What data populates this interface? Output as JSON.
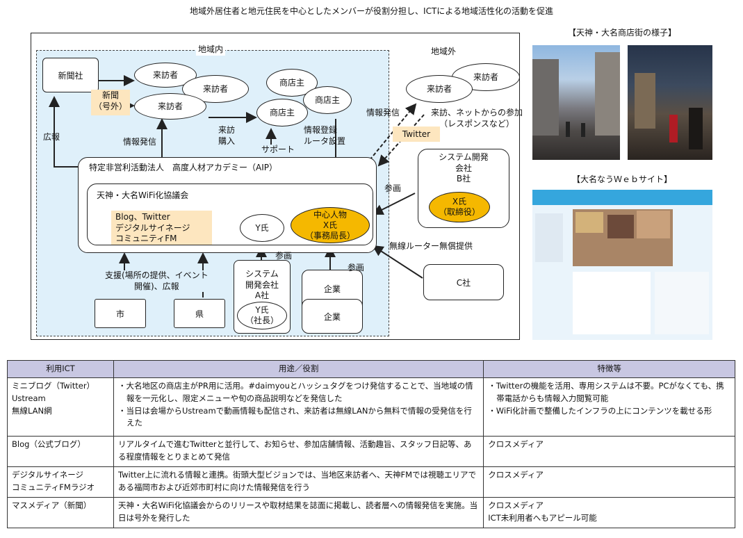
{
  "title": "地域外居住者と地元住民を中心としたメンバーが役割分担し、ICTによる地域活性化の活動を促進",
  "diagram": {
    "inside_label": "地域内",
    "outside_label": "地域外",
    "newspaper": "新聞社",
    "newspaper_extra": "新聞\n（号外）",
    "visitors": [
      "来訪者",
      "来訪者",
      "来訪者"
    ],
    "shop_owners": [
      "商店主",
      "商店主",
      "商店主"
    ],
    "outside_visitors": [
      "来訪者",
      "来訪者"
    ],
    "visit_buy": "来訪\n購入",
    "info_send_left": "情報発信",
    "info_register": "情報登録\nルータ設置",
    "support": "サポート",
    "pr": "広報",
    "info_send_right": "情報発信",
    "net_participation": "来訪、ネットからの参加\n（レスポンスなど）",
    "twitter": "Twitter",
    "npo": "特定非営利活動法人　高度人材アカデミー（AIP）",
    "council": "天神・大名WiFi化協議会",
    "media_list": "Blog、Twitter\nデジタルサイネージ\nコミュニティFM",
    "y_person": "Y氏",
    "key_person": "中心人物\nX氏\n（事務局長）",
    "sys_b": "システム開発\n会社\nB社",
    "x_director": "X氏\n（取締役）",
    "participation_b": "参画",
    "router_free": "無線ルーター無償提供",
    "company_c": "C社",
    "support_city": "支援(場所の提供、イベント\n開催)、広報",
    "city": "市",
    "prefecture": "県",
    "sys_a": "システム\n開発会社\nA社",
    "y_president": "Y氏\n（社長）",
    "participation_a": "参画",
    "participation_corp": "参画",
    "corp1": "企業",
    "corp2": "企業"
  },
  "photo_caption_1": "【天神・大名商店街の様子】",
  "photo_caption_2": "【大名なうＷｅｂサイト】",
  "table": {
    "headers": [
      "利用ICT",
      "用途／役割",
      "特徴等"
    ],
    "rows": [
      {
        "ict": "ミニブログ（Twitter）\nUstream\n無線LAN網",
        "usage": [
          "・大名地区の商店主がPR用に活用。#daimyouとハッシュタグをつけ発信することで、当地域の情報を一元化し、限定メニューや旬の商品説明などを発信した",
          "・当日は会場からUstreamで動画情報も配信され、来訪者は無線LANから無料で情報の受発信を行えた"
        ],
        "feature": [
          "・Twitterの機能を活用、専用システムは不要。PCがなくても、携帯電話からも情報入力閲覧可能",
          "・WiFi化計画で整備したインフラの上にコンテンツを載せる形"
        ]
      },
      {
        "ict": "Blog（公式ブログ）",
        "usage": [
          "リアルタイムで進むTwitterと並行して、お知らせ、参加店舗情報、活動趣旨、スタッフ日記等、ある程度情報をとりまとめて発信"
        ],
        "feature": [
          "クロスメディア"
        ]
      },
      {
        "ict": "デジタルサイネージ\nコミュニティFMラジオ",
        "usage": [
          "Twitter上に流れる情報と連携。街頭大型ビジョンでは、当地区来訪者へ、天神FMでは視聴エリアである福岡市および近郊市町村に向けた情報発信を行う"
        ],
        "feature": [
          "クロスメディア"
        ]
      },
      {
        "ict": "マスメディア（新聞）",
        "usage": [
          "天神・大名WiFi化協議会からのリリースや取材結果を誌面に掲載し、読者層への情報発信を実施。当日は号外を発行した"
        ],
        "feature": [
          "クロスメディア\nICT未利用者へもアピール可能"
        ]
      }
    ]
  }
}
